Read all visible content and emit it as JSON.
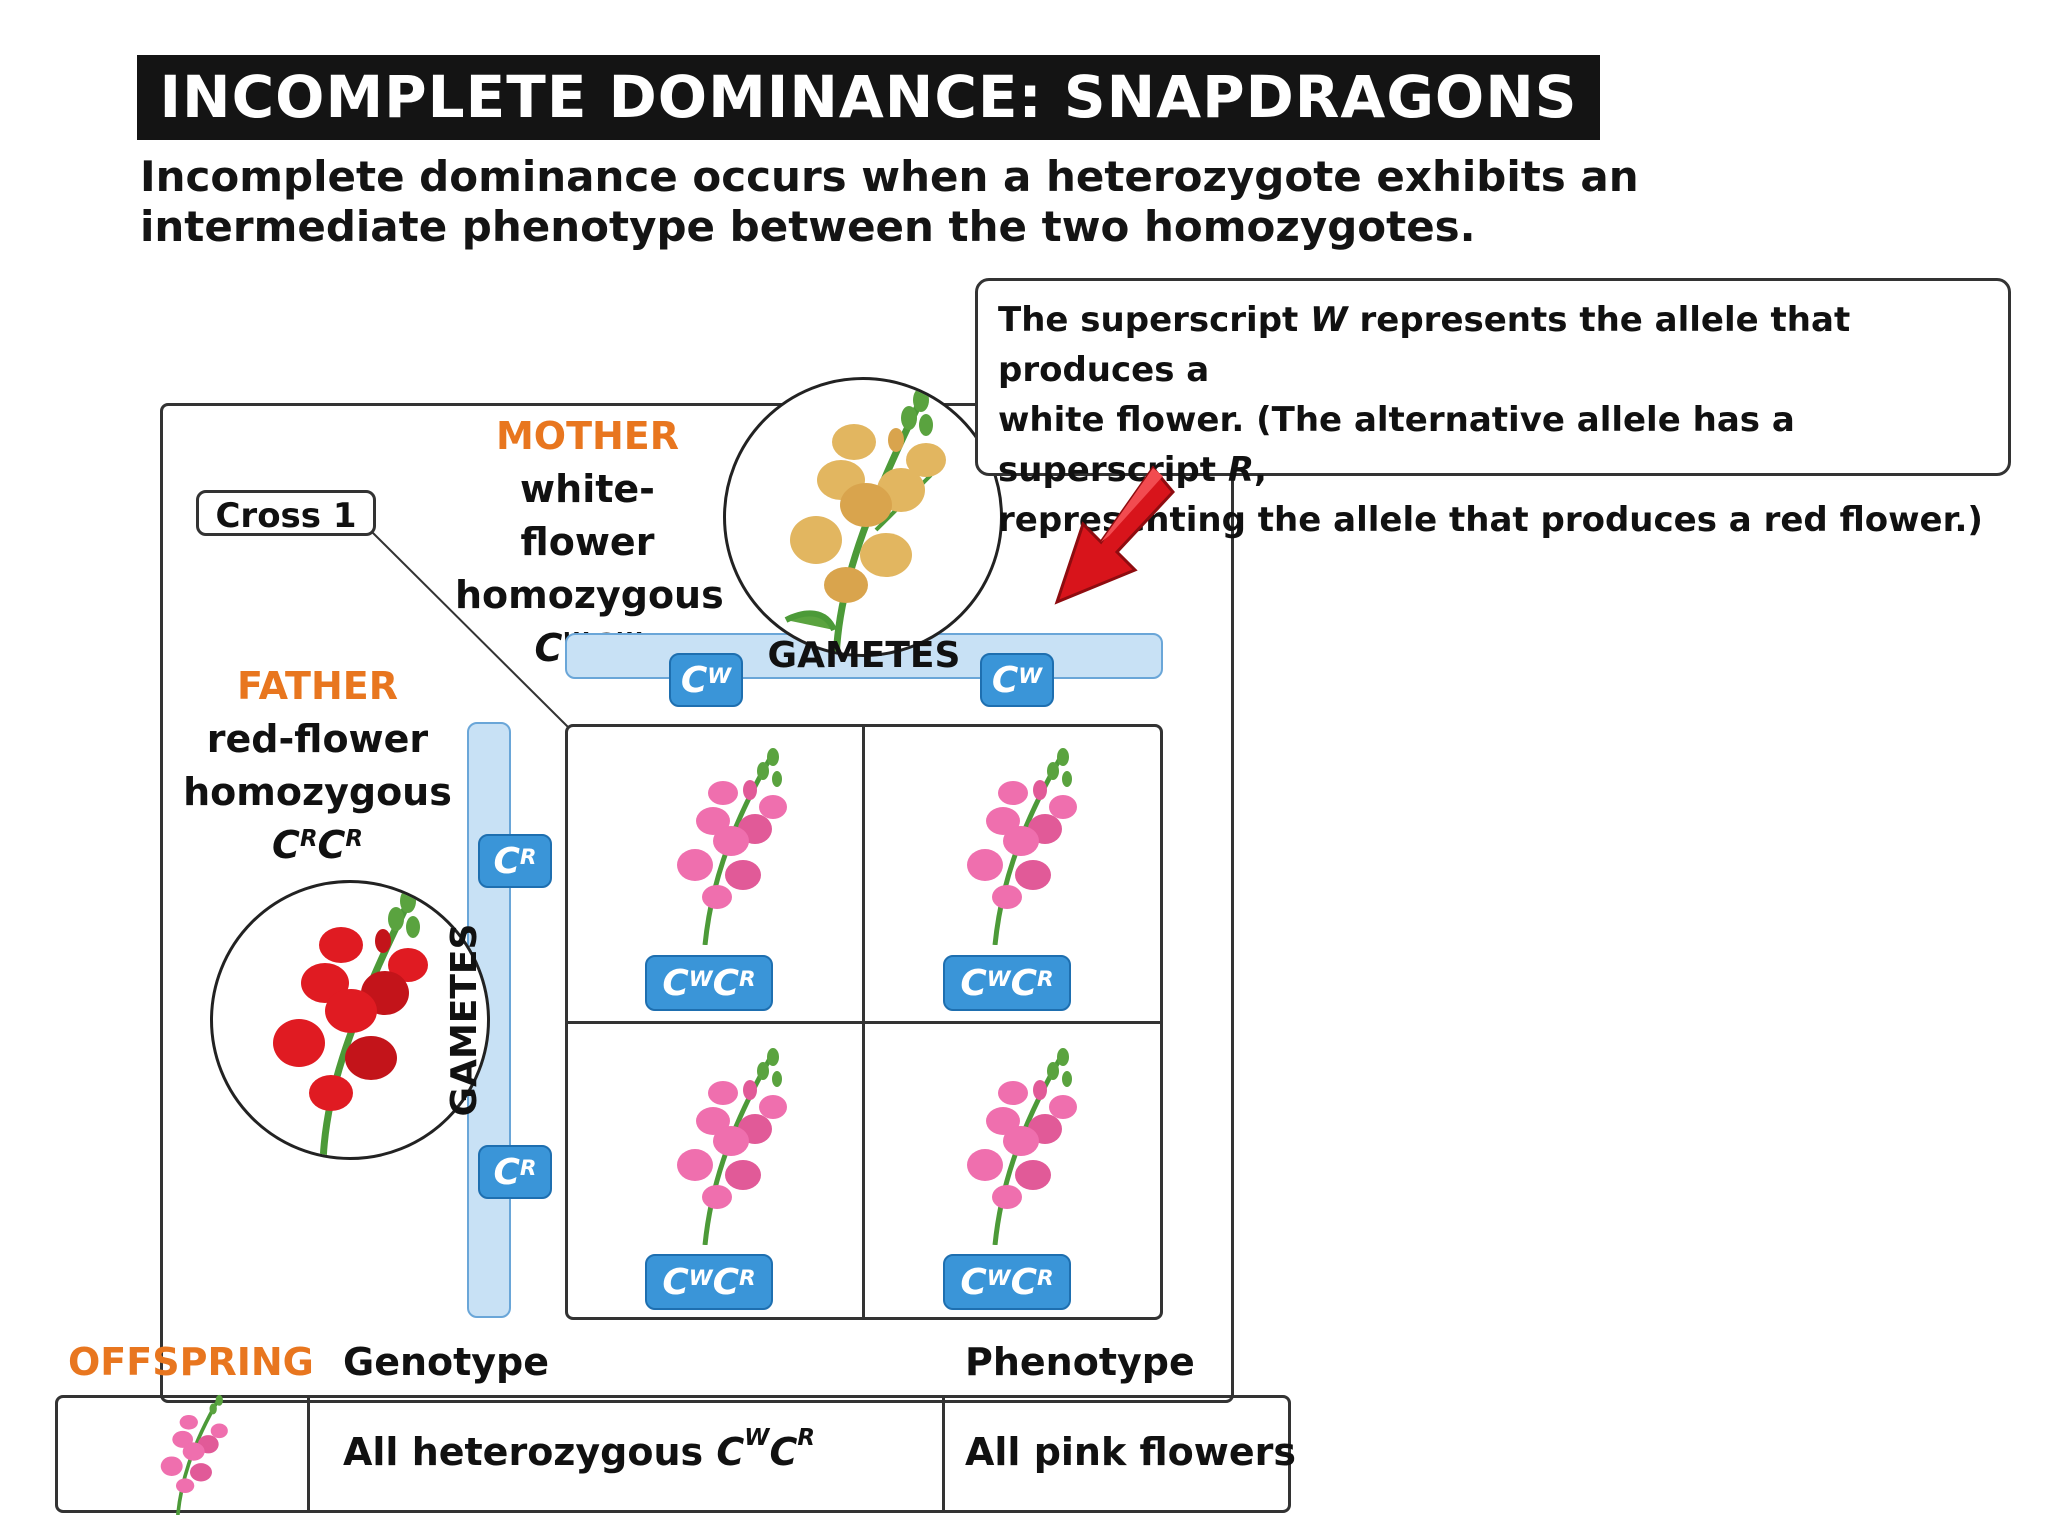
{
  "title": "INCOMPLETE DOMINANCE: SNAPDRAGONS",
  "subtitle_line1": "Incomplete dominance occurs when a heterozygote exhibits an",
  "subtitle_line2": "intermediate phenotype between the two homozygotes.",
  "note": {
    "line1_a": "The superscript ",
    "line1_b": "W",
    "line1_c": " represents the allele that produces a",
    "line2_a": "white flower. (The alternative allele has a superscript ",
    "line2_b": "R",
    "line2_c": ",",
    "line3": "representing the allele that produces a red flower.)"
  },
  "cross_label": "Cross 1",
  "mother": {
    "role": "MOTHER",
    "line1": "white-flower",
    "line2": "homozygous",
    "allele": "C",
    "sup": "W"
  },
  "father": {
    "role": "FATHER",
    "line1": "red-flower",
    "line2": "homozygous",
    "allele": "C",
    "sup": "R"
  },
  "gametes_label": "GAMETES",
  "gamete_allele": "C",
  "gamete_w": "W",
  "gamete_r": "R",
  "cell_genotype": {
    "base1": "C",
    "sup1": "W",
    "base2": "C",
    "sup2": "R"
  },
  "offspring": {
    "label": "OFFSPRING",
    "genotype_header": "Genotype",
    "phenotype_header": "Phenotype",
    "genotype_text": "All heterozygous ",
    "genotype_c1": "C",
    "genotype_s1": "W",
    "genotype_c2": "C",
    "genotype_s2": "R",
    "phenotype_text": "All pink flowers"
  },
  "colors": {
    "accent_orange": "#e8761f",
    "gamete_blue": "#3a95d8",
    "bar_blue": "#c8e1f5",
    "arrow_red": "#d8141b",
    "white_flower": "#e2b660",
    "red_flower": "#e01b22",
    "pink_flower": "#ef6fae",
    "stem_green": "#4c9a38"
  }
}
